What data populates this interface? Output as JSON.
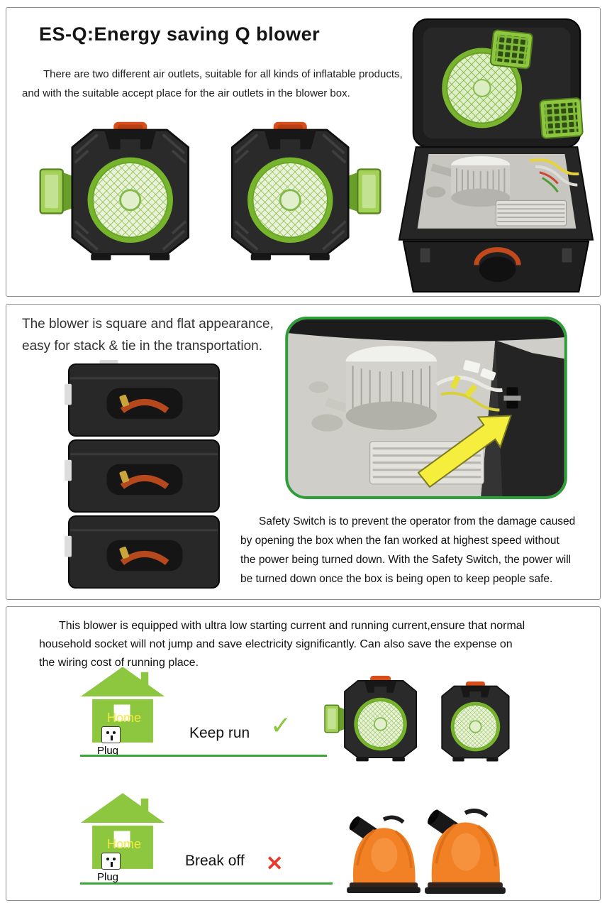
{
  "colors": {
    "accent_green": "#8dc63f",
    "pale_green_mesh": "#eaf3da",
    "line_green": "#3ba738",
    "check_green": "#8bc63f",
    "cross_red": "#e43b2b",
    "handle_orange": "#d84e1b",
    "blower_orange": "#f28125",
    "case_black": "#262626",
    "arrow_yellow": "#f6ee3d",
    "box_border_gray": "#8c8c8c"
  },
  "section1": {
    "title": "ES-Q:Energy saving Q blower",
    "desc_line1": "There are two different air outlets, suitable for all kinds of inflatable products,",
    "desc_line2": "and with the suitable accept place for the air outlets in the blower box."
  },
  "section2": {
    "heading_line1": "The blower is square and flat appearance,",
    "heading_line2": "easy for stack & tie in the transportation.",
    "safety_line1": "Safety Switch is to prevent the operator from the damage caused",
    "safety_line2": "by opening the box when the fan worked at highest speed without",
    "safety_line3": "the power being turned down. With the Safety Switch, the power will",
    "safety_line4": "be turned down once the box is being open to keep people safe."
  },
  "section3": {
    "desc_line1": "This blower is equipped with ultra low starting current and running current,ensure that normal",
    "desc_line2": "household socket will not jump and save electricity significantly. Can also save the expense on",
    "desc_line3": "the wiring cost of running place.",
    "keep_run": {
      "home_label": "Home",
      "plug_label": "Plug",
      "action_label": "Keep run",
      "mark": "✓"
    },
    "break_off": {
      "home_label": "Home",
      "plug_label": "Plug",
      "action_label": "Break off",
      "mark": "✕"
    }
  }
}
